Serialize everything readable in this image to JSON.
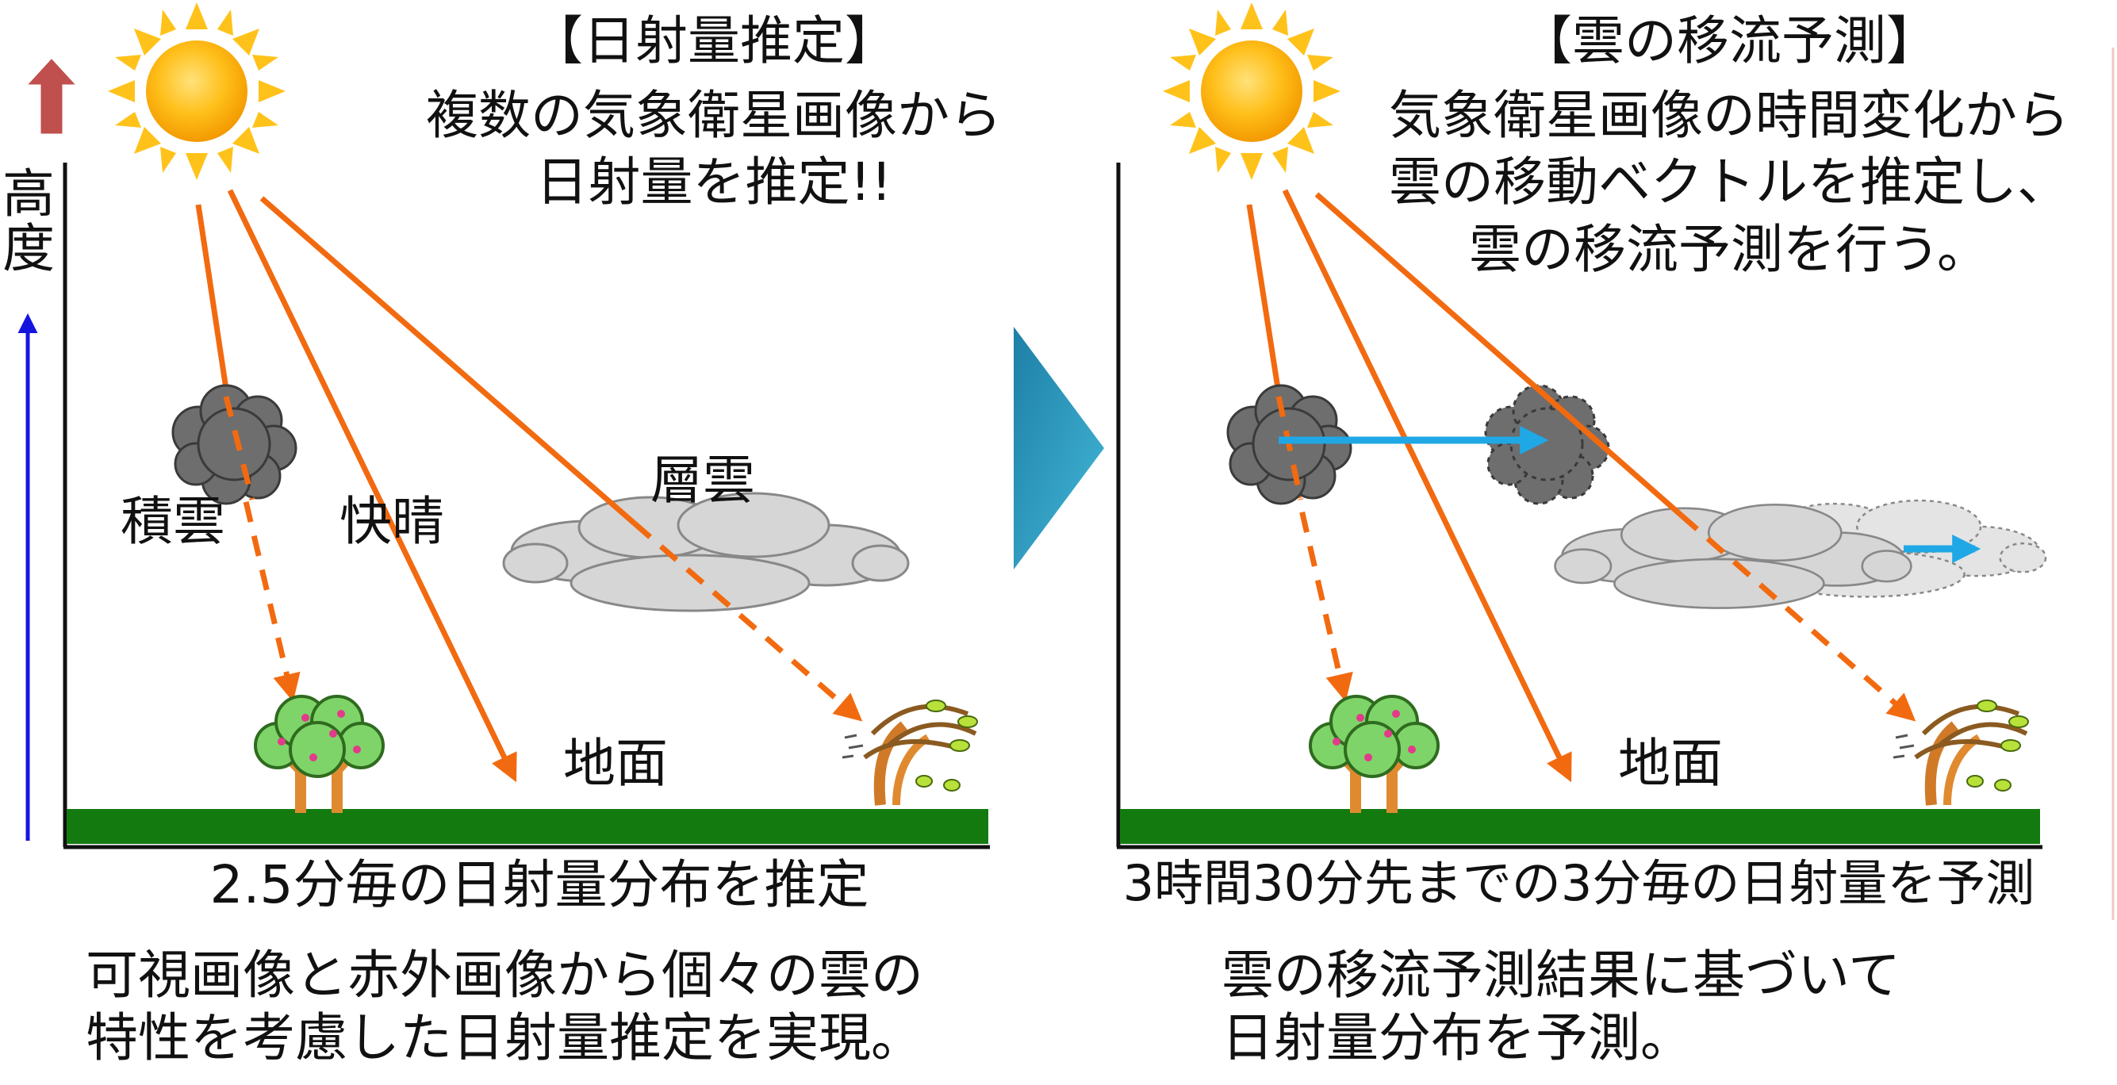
{
  "colors": {
    "ray": "#f26a10",
    "ground": "#137a10",
    "cloud_dark": "#6e6e6e",
    "cloud_light": "#d6d6d6",
    "motion_arrow": "#20a8e6",
    "altitude_arrow": "#1515e0",
    "up_arrow": "#c0504d",
    "chevron": "#2a8fb5"
  },
  "axis": {
    "altitude_label": "高\n度"
  },
  "left_panel": {
    "title": "【日射量推定】",
    "body": "複数の気象衛星画像から\n日射量を推定!!",
    "label_cumulus": "積雲",
    "label_clear": "快晴",
    "label_stratus": "層雲",
    "label_ground": "地面",
    "caption": "2.5分毎の日射量分布を推定",
    "description": "可視画像と赤外画像から個々の雲の\n特性を考慮した日射量推定を実現。"
  },
  "right_panel": {
    "title": "【雲の移流予測】",
    "body": "気象衛星画像の時間変化から\n雲の移動ベクトルを推定し、\n雲の移流予測を行う。",
    "label_ground": "地面",
    "caption": "3時間30分先までの3分毎の日射量を予測",
    "description": "雲の移流予測結果に基づいて\n日射量分布を予測。"
  },
  "icons": {
    "sun": "sun-icon",
    "cloud_dark": "cumulus-cloud-icon",
    "cloud_light": "stratus-cloud-icon",
    "tree_clear": "tree-icon",
    "tree_wind": "windblown-tree-icon",
    "chevron": "chevron-right-icon",
    "up_arrow": "up-arrow-icon"
  }
}
